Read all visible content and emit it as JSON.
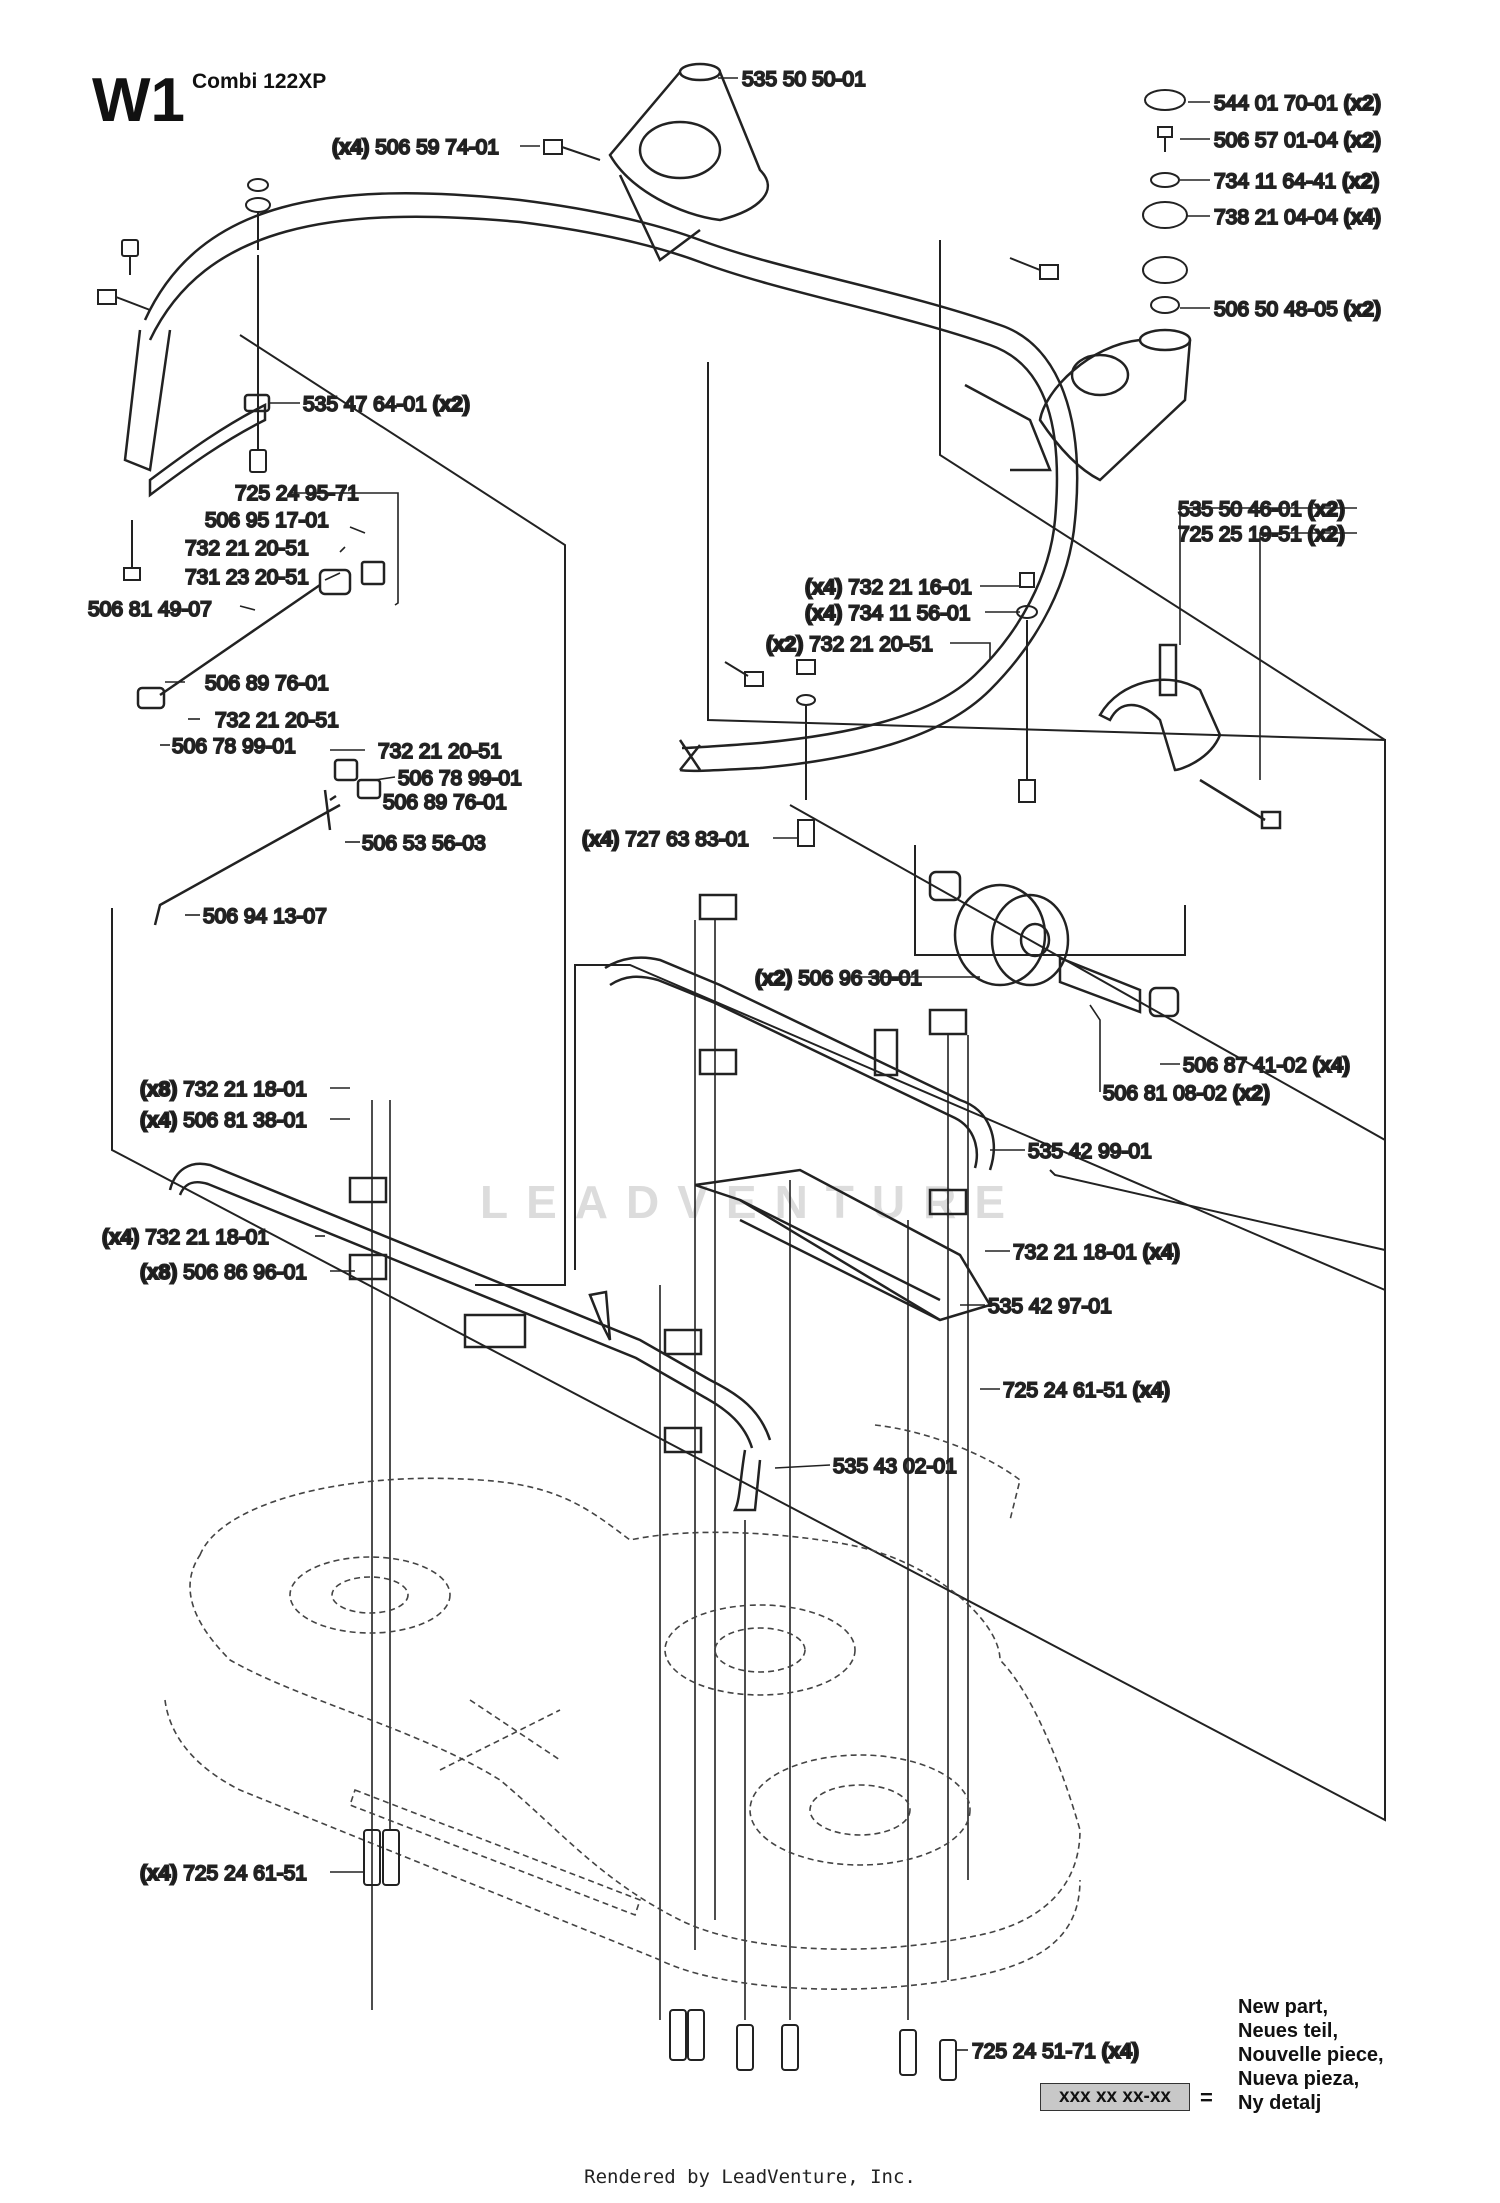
{
  "header": {
    "code": "W1",
    "model": "Combi 122XP"
  },
  "watermark": "LEADVENTURE",
  "legend": {
    "lines": [
      "New part,",
      "Neues teil,",
      "Nouvelle piece,",
      "Nueva pieza,",
      "Ny detalj"
    ],
    "box_text": "xxx xx xx-xx",
    "equals": "="
  },
  "footer": "Rendered by LeadVenture, Inc.",
  "callouts": [
    {
      "qty": "",
      "part": "535 50 50-01"
    },
    {
      "qty": "(x4)",
      "part": "506 59 74-01"
    },
    {
      "qty": "(x2)",
      "part": "544 01 70-01"
    },
    {
      "qty": "(x2)",
      "part": "506 57 01-04"
    },
    {
      "qty": "(x2)",
      "part": "734 11 64-41"
    },
    {
      "qty": "(x4)",
      "part": "738 21 04-04"
    },
    {
      "qty": "(x2)",
      "part": "506 50 48-05"
    },
    {
      "qty": "(x2)",
      "part": "535 47 64-01"
    },
    {
      "qty": "",
      "part": "725 24 95-71"
    },
    {
      "qty": "",
      "part": "506 95 17-01"
    },
    {
      "qty": "",
      "part": "732 21 20-51"
    },
    {
      "qty": "",
      "part": "731 23 20-51"
    },
    {
      "qty": "",
      "part": "506 81 49-07"
    },
    {
      "qty": "",
      "part": "506 89 76-01"
    },
    {
      "qty": "",
      "part": "732 21 20-51"
    },
    {
      "qty": "",
      "part": "506 78 99-01"
    },
    {
      "qty": "",
      "part": "732 21 20-51"
    },
    {
      "qty": "",
      "part": "506 78 99-01"
    },
    {
      "qty": "",
      "part": "506 89 76-01"
    },
    {
      "qty": "",
      "part": "506 53 56-03"
    },
    {
      "qty": "",
      "part": "506 94 13-07"
    },
    {
      "qty": "(x2)",
      "part": "535 50 46-01"
    },
    {
      "qty": "(x2)",
      "part": "725 25 19-51"
    },
    {
      "qty": "(x4)",
      "part": "732 21 16-01"
    },
    {
      "qty": "(x4)",
      "part": "734 11 56-01"
    },
    {
      "qty": "(x2)",
      "part": "732 21 20-51"
    },
    {
      "qty": "(x4)",
      "part": "727 63 83-01"
    },
    {
      "qty": "(x2)",
      "part": "506 96 30-01"
    },
    {
      "qty": "(x4)",
      "part": "506 87 41-02"
    },
    {
      "qty": "(x2)",
      "part": "506 81 08-02"
    },
    {
      "qty": "(x8)",
      "part": "732 21 18-01"
    },
    {
      "qty": "(x4)",
      "part": "506 81 38-01"
    },
    {
      "qty": "",
      "part": "535 42 99-01"
    },
    {
      "qty": "(x4)",
      "part": "732 21 18-01"
    },
    {
      "qty": "(x8)",
      "part": "506 86 96-01"
    },
    {
      "qty": "(x4)",
      "part": "732 21 18-01"
    },
    {
      "qty": "",
      "part": "535 42 97-01"
    },
    {
      "qty": "(x4)",
      "part": "725 24 61-51"
    },
    {
      "qty": "",
      "part": "535 43 02-01"
    },
    {
      "qty": "(x4)",
      "part": "725 24 61-51"
    },
    {
      "qty": "(x4)",
      "part": "725 24 51-71"
    }
  ]
}
